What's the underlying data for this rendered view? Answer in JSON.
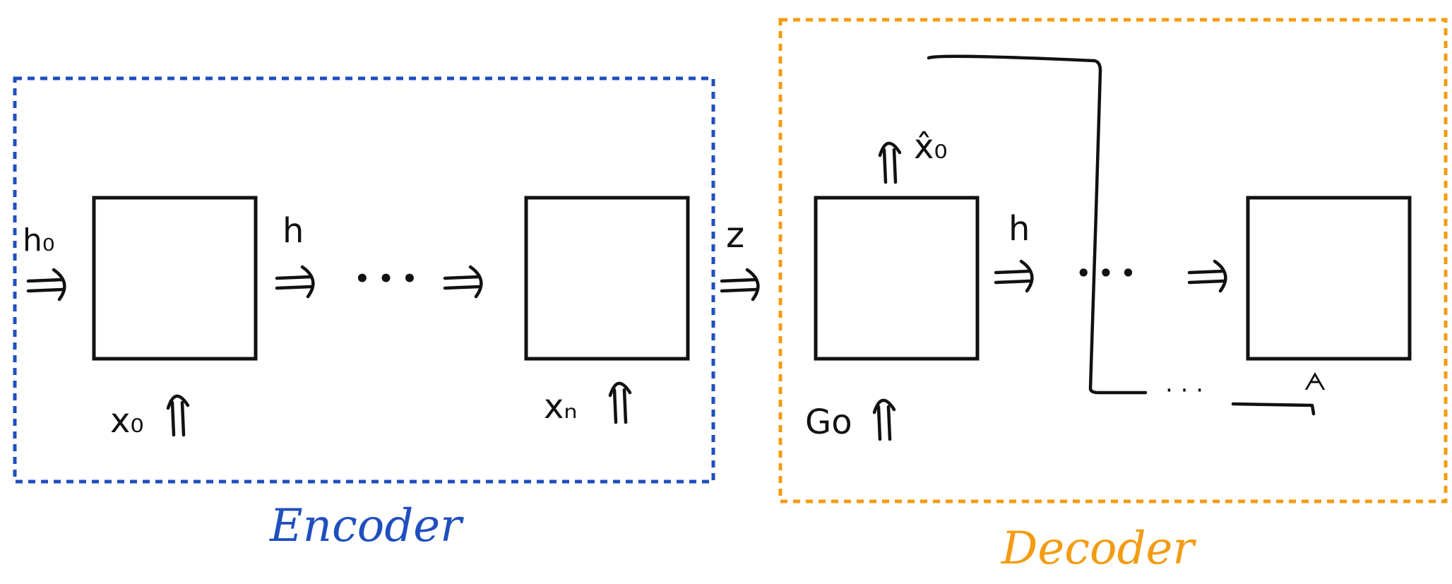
{
  "encoder": {
    "caption": "Encoder",
    "color": "#1f4fbf",
    "h0_label": "h₀",
    "h_label": "h",
    "ellipsis": "• • •",
    "x0_label": "x₀",
    "xn_label": "xₙ"
  },
  "decoder": {
    "caption": "Decoder",
    "color": "#f39c12",
    "z_label": "z",
    "h_label": "h",
    "ellipsis": "• • •",
    "go_label": "Go",
    "output_label": "x̂₀",
    "feedback_ellipsis": "· · ·"
  },
  "icons": {
    "arrow": "double-arrow-icon"
  }
}
